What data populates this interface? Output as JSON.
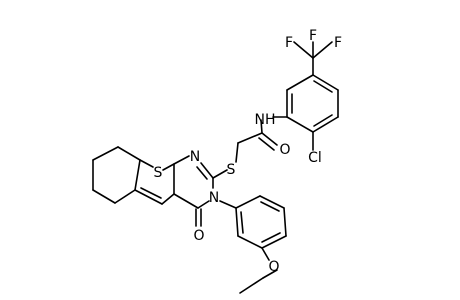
{
  "molecule": {
    "atoms": {
      "F1": "F",
      "F2": "F",
      "F3": "F",
      "NH": "NH",
      "Cl": "Cl",
      "O_amide": "O",
      "S_thioether": "S",
      "S_thiophene": "S",
      "N_ring": "N",
      "N_sub": "N",
      "O_keto": "O",
      "O_ether": "O"
    }
  }
}
